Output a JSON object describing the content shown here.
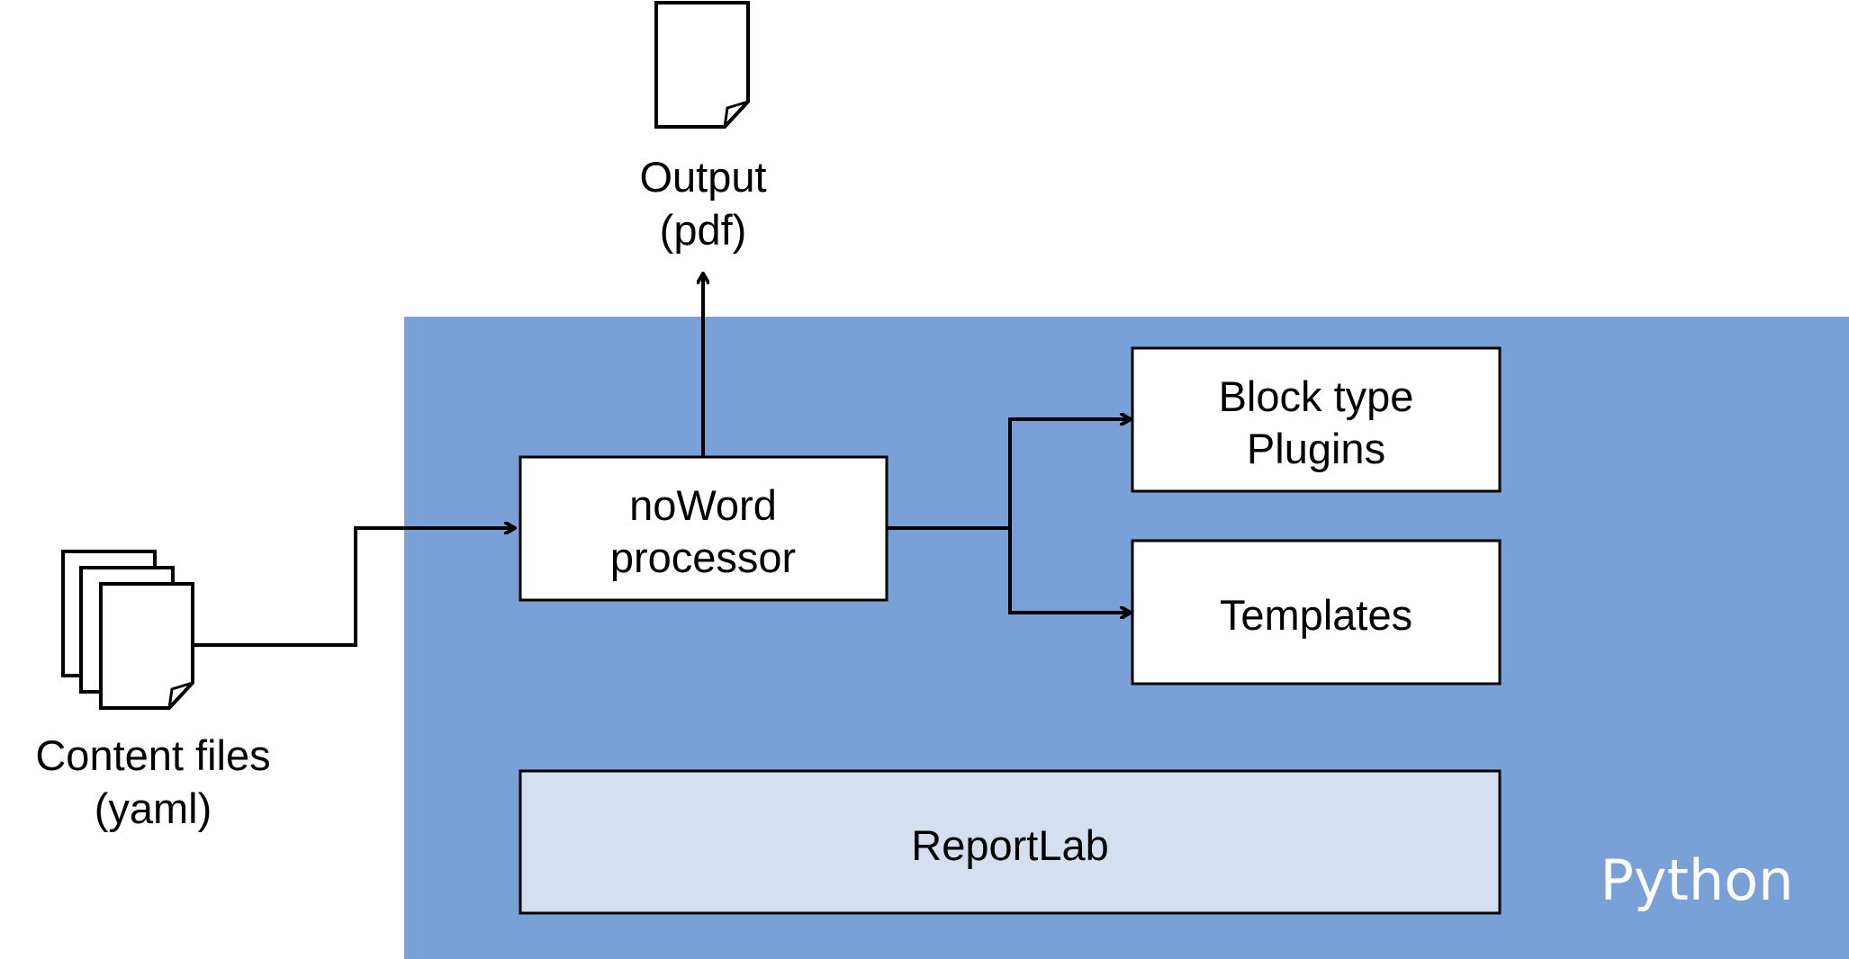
{
  "diagram": {
    "output": {
      "line1": "Output",
      "line2": "(pdf)",
      "icon": "document-icon"
    },
    "content": {
      "line1": "Content files",
      "line2": "(yaml)",
      "icon": "document-stack-icon"
    },
    "processor": {
      "line1": "noWord",
      "line2": "processor"
    },
    "plugins": {
      "line1": "Block type",
      "line2": "Plugins"
    },
    "templates": {
      "label": "Templates"
    },
    "reportlab": {
      "label": "ReportLab"
    },
    "python": {
      "label": "Python"
    }
  },
  "colors": {
    "python_region": "#7aa0d8",
    "reportlab_fill": "#d4e0f2",
    "box_fill": "#ffffff",
    "stroke": "#000000",
    "python_label": "#ffffff"
  }
}
